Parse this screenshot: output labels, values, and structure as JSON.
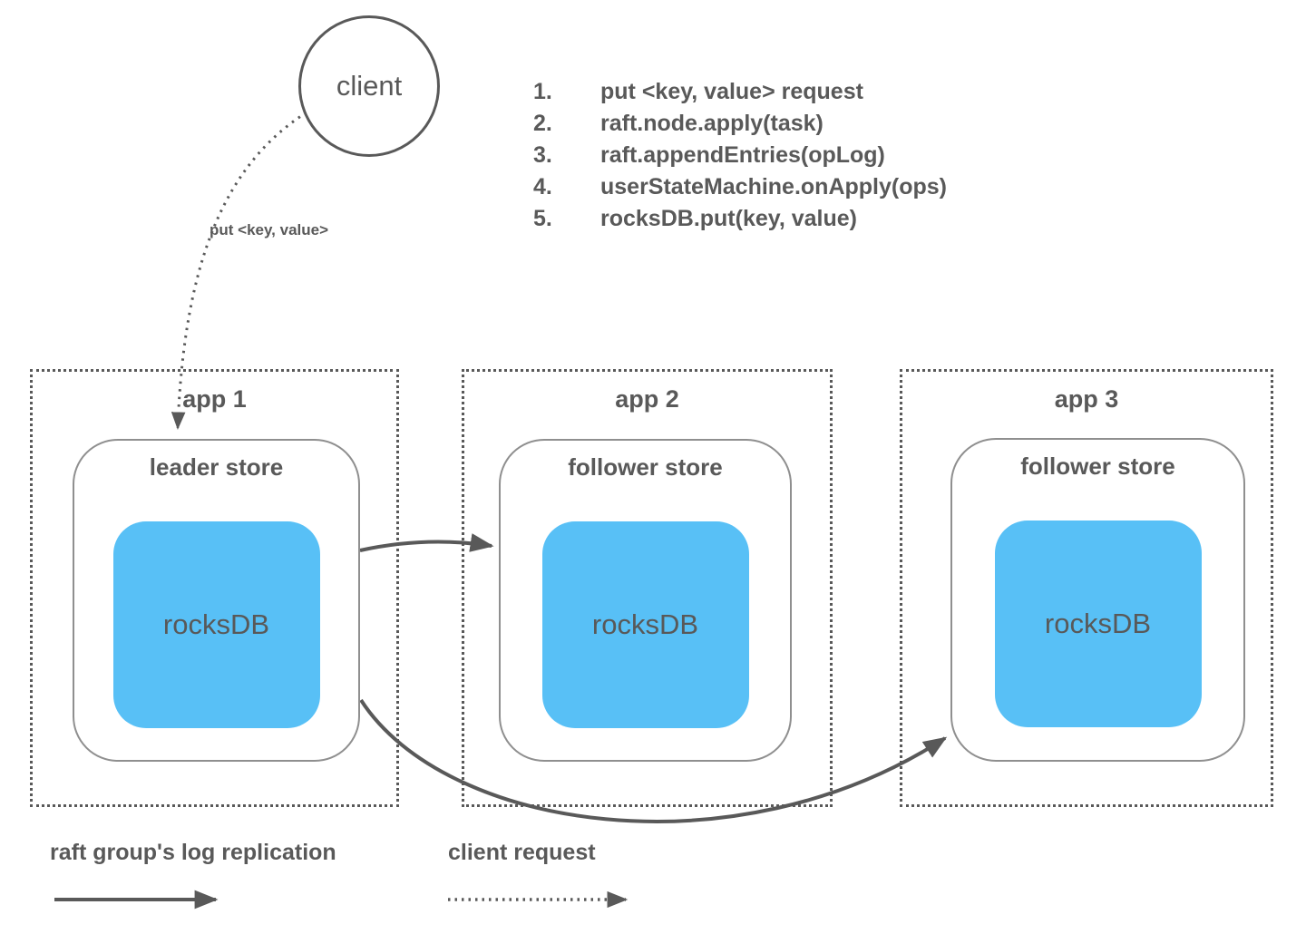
{
  "diagram": {
    "client": {
      "label": "client"
    },
    "client_arrow_label": "put <key, value>",
    "steps": [
      {
        "num": "1.",
        "text": "put <key, value> request"
      },
      {
        "num": "2.",
        "text": "raft.node.apply(task)"
      },
      {
        "num": "3.",
        "text": "raft.appendEntries(opLog)"
      },
      {
        "num": "4.",
        "text": "userStateMachine.onApply(ops)"
      },
      {
        "num": "5.",
        "text": "rocksDB.put(key, value)"
      }
    ],
    "apps": [
      {
        "label": "app 1",
        "store": "leader store",
        "db": "rocksDB"
      },
      {
        "label": "app 2",
        "store": "follower store",
        "db": "rocksDB"
      },
      {
        "label": "app 3",
        "store": "follower store",
        "db": "rocksDB"
      }
    ],
    "legend": [
      {
        "label": "raft group's log replication",
        "style": "solid"
      },
      {
        "label": "client request",
        "style": "dotted"
      }
    ],
    "colors": {
      "db_blue": "#58C0F6",
      "line_gray": "#595959",
      "store_border_gray": "#8F8F8F"
    }
  }
}
